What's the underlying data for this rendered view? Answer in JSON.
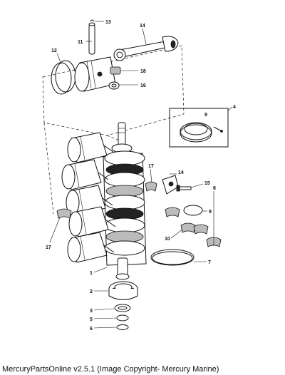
{
  "callouts": {
    "c1": "1",
    "c2": "2",
    "c3": "3",
    "c4": "4",
    "c5": "5",
    "c6": "6",
    "c7": "7",
    "c8": "8",
    "c9": "9",
    "c10": "10",
    "c11": "11",
    "c12": "12",
    "c13": "13",
    "c14": "14",
    "c14b": "14",
    "c15": "15",
    "c16": "16",
    "c17": "17",
    "c17b": "17",
    "c18": "18",
    "c9_inner": "9"
  },
  "caption": "MercuryPartsOnline v2.5.1 (Image Copyright- Mercury Marine)"
}
